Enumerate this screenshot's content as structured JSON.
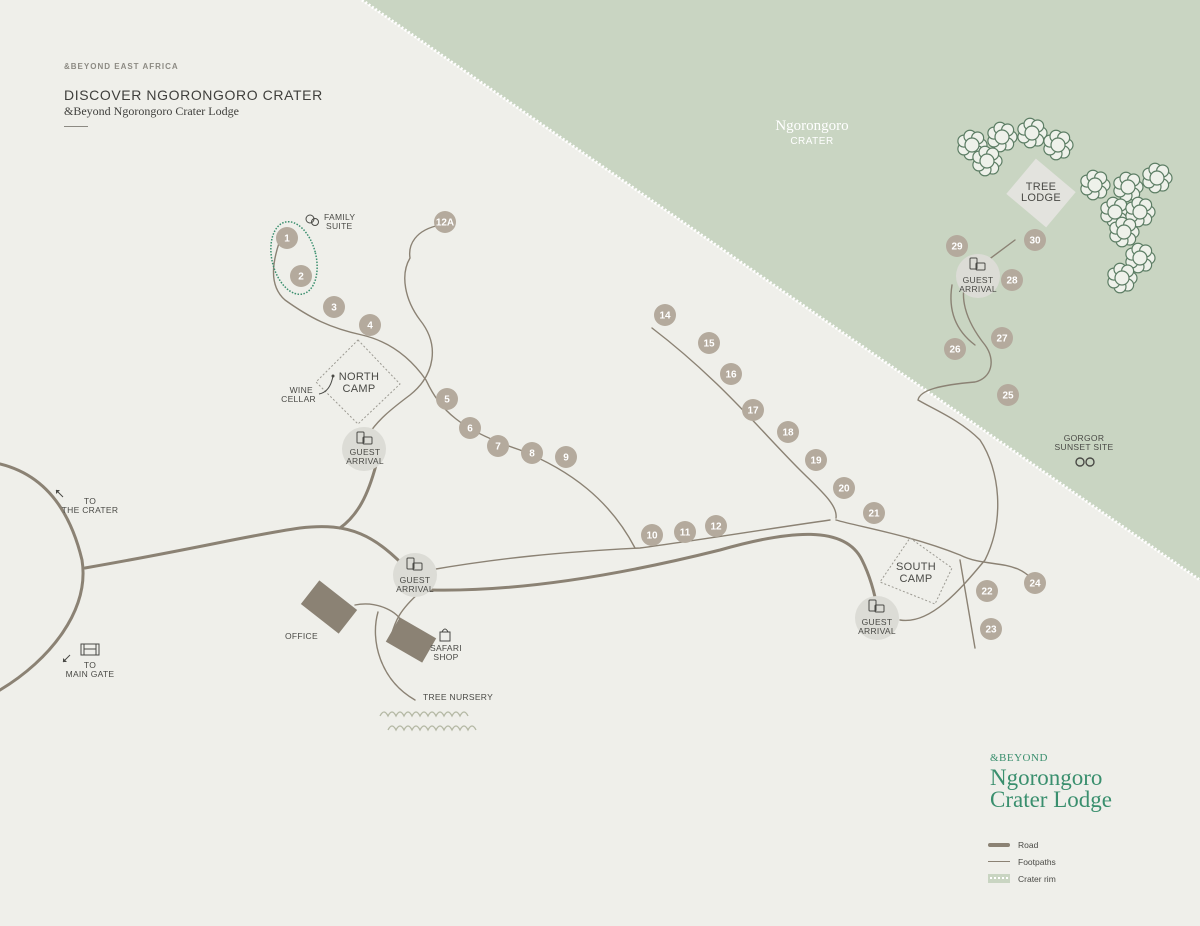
{
  "header": {
    "brand": "&BEYOND EAST AFRICA",
    "title": "DISCOVER NGORONGORO CRATER",
    "subtitle": "&Beyond Ngorongoro Crater Lodge"
  },
  "crater": {
    "name": "Ngorongoro",
    "sub": "CRATER"
  },
  "labels": {
    "family_suite": [
      "FAMILY",
      "SUITE"
    ],
    "wine_cellar": [
      "WINE",
      "CELLAR"
    ],
    "north_camp": [
      "NORTH",
      "CAMP"
    ],
    "south_camp": [
      "SOUTH",
      "CAMP"
    ],
    "tree_lodge": [
      "TREE",
      "LODGE"
    ],
    "guest_arrival": [
      "GUEST",
      "ARRIVAL"
    ],
    "to_crater": [
      "TO",
      "THE CRATER"
    ],
    "to_main_gate": [
      "TO",
      "MAIN GATE"
    ],
    "office": "OFFICE",
    "safari_shop": [
      "SAFARI",
      "SHOP"
    ],
    "tree_nursery": "TREE NURSERY",
    "gorgor": [
      "GORGOR",
      "SUNSET SITE"
    ]
  },
  "suites": [
    "1",
    "2",
    "3",
    "4",
    "5",
    "6",
    "7",
    "8",
    "9",
    "10",
    "11",
    "12",
    "12A",
    "14",
    "15",
    "16",
    "17",
    "18",
    "19",
    "20",
    "21",
    "22",
    "23",
    "24",
    "25",
    "26",
    "27",
    "28",
    "29",
    "30"
  ],
  "logo": {
    "top": "&BEYOND",
    "name": "Ngorongoro Crater Lodge"
  },
  "legend": {
    "road": "Road",
    "footpaths": "Footpaths",
    "crater_rim": "Crater rim"
  },
  "colors": {
    "background": "#efefea",
    "crater": "#c9d5c2",
    "road": "#8b8274",
    "footpath": "#8b8274",
    "suite_marker": "#b4aa9d",
    "accent": "#3a8f6e"
  }
}
